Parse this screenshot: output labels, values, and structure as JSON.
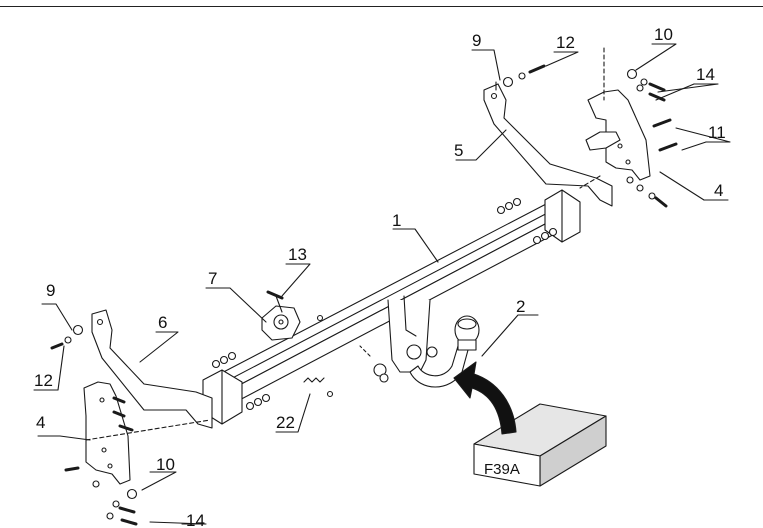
{
  "callouts": [
    {
      "id": "c1",
      "text": "1"
    },
    {
      "id": "c2",
      "text": "2"
    },
    {
      "id": "c4r",
      "text": "4"
    },
    {
      "id": "c4l",
      "text": "4"
    },
    {
      "id": "c5",
      "text": "5"
    },
    {
      "id": "c6",
      "text": "6"
    },
    {
      "id": "c7",
      "text": "7"
    },
    {
      "id": "c9r",
      "text": "9"
    },
    {
      "id": "c9l",
      "text": "9"
    },
    {
      "id": "c10r",
      "text": "10"
    },
    {
      "id": "c10l",
      "text": "10"
    },
    {
      "id": "c11",
      "text": "11"
    },
    {
      "id": "c12r",
      "text": "12"
    },
    {
      "id": "c12l",
      "text": "12"
    },
    {
      "id": "c13",
      "text": "13"
    },
    {
      "id": "c14r",
      "text": "14"
    },
    {
      "id": "c14l",
      "text": "14"
    },
    {
      "id": "c22",
      "text": "22"
    }
  ],
  "package_label": "F39A",
  "colors": {
    "line": "#1a1a1a",
    "package_fill": "#e6e6e6",
    "package_side": "#cfcfcf",
    "background": "#ffffff"
  }
}
